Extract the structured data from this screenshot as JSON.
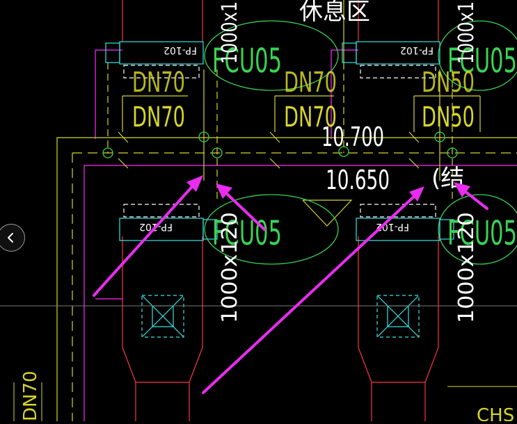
{
  "drawing": {
    "room_label": "休息区",
    "fcu_tag": "FCU05",
    "unit_code": "FP-102",
    "duct_size": "1000x120",
    "duct_size_top": "1000x1",
    "pipe_dn70": "DN70",
    "pipe_dn50": "DN50",
    "elevation_upper": "10.700",
    "elevation_lower": "10.650",
    "bracket_char": "(结",
    "bottom_left_text": "DN70",
    "bottom_right_text": "CHS"
  },
  "colors": {
    "background": "#000000",
    "line_green": "#39d353",
    "line_yellow": "#d8d62a",
    "line_magenta": "#ff2bff",
    "line_red": "#ff3347",
    "line_cyan": "#36e6e6",
    "text_white": "#ffffff",
    "arrow_magenta": "#ea2cf0"
  },
  "nav": {
    "previous_icon": "chevron-left-icon"
  }
}
